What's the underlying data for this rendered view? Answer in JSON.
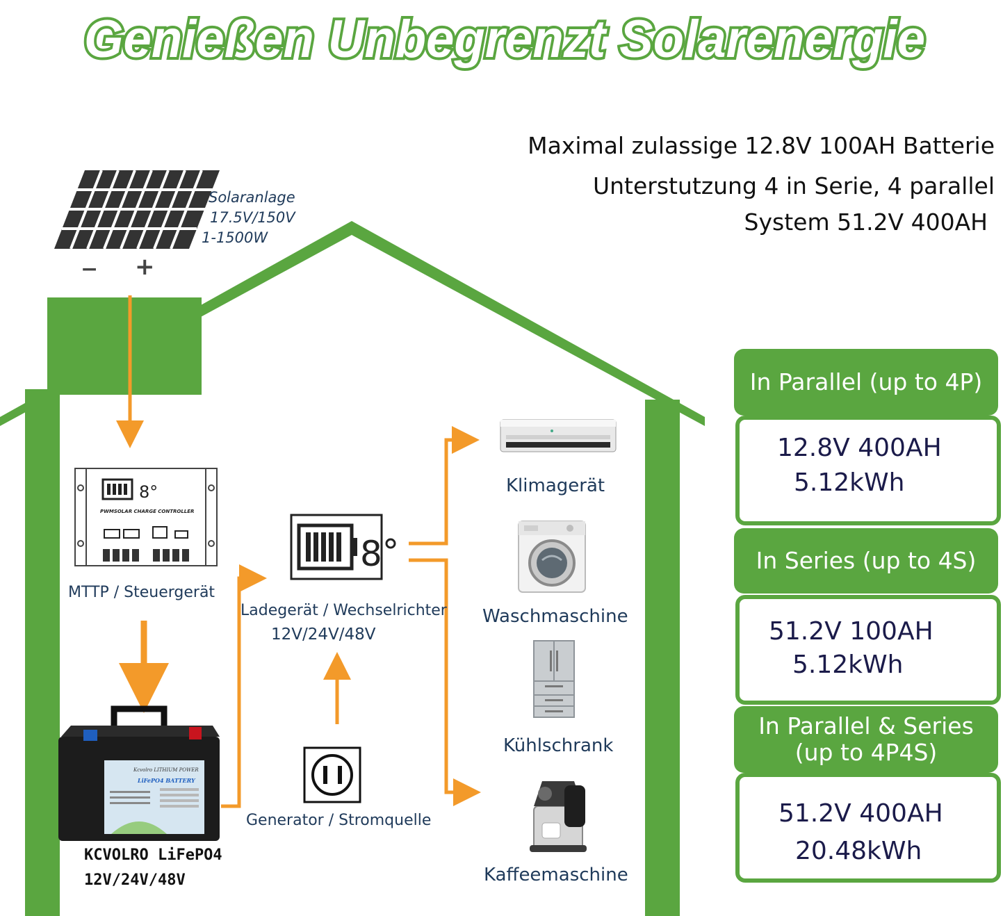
{
  "title": "Genießen Unbegrenzt Solarenergie",
  "specs": {
    "line1": "Maximal zulassige 12.8V 100AH Batterie",
    "line2": "Unterstutzung 4 in Serie, 4 parallel",
    "line3": "System 51.2V 400AH"
  },
  "solar": {
    "name": "Solaranlage",
    "voltage": "17.5V/150V",
    "power": "1-1500W",
    "minus": "−",
    "plus": "+"
  },
  "controller": {
    "label": "MTTP / Steuergerät",
    "panel_text": "PWMSOLAR CHARGE CONTROLLER"
  },
  "inverter": {
    "label": "Ladegerät / Wechselrichter",
    "voltages": "12V/24V/48V"
  },
  "generator": {
    "label": "Generator / Stromquelle"
  },
  "battery": {
    "brand_line": "KCVOLRO LiFePO4",
    "voltages": "12V/24V/48V",
    "sticker_brand": "Kcvolro LITHIUM POWER",
    "sticker_type": "LiFePO4 BATTERY"
  },
  "appliances": [
    {
      "label": "Klimagerät"
    },
    {
      "label": "Waschmaschine"
    },
    {
      "label": "Kühlschrank"
    },
    {
      "label": "Kaffeemaschine"
    }
  ],
  "configs": [
    {
      "head_line1": "In Parallel (up to 4P)",
      "head_line2": "",
      "spec": "12.8V 400AH",
      "energy": "5.12kWh"
    },
    {
      "head_line1": "In Series (up to 4S)",
      "head_line2": "",
      "spec": "51.2V 100AH",
      "energy": "5.12kWh"
    },
    {
      "head_line1": "In Parallel & Series",
      "head_line2": "(up to 4P4S)",
      "spec": "51.2V 400AH",
      "energy": "20.48kWh"
    }
  ],
  "colors": {
    "green": "#5aa640",
    "arrow": "#f39a2a",
    "dark_text": "#1f3a5a"
  }
}
